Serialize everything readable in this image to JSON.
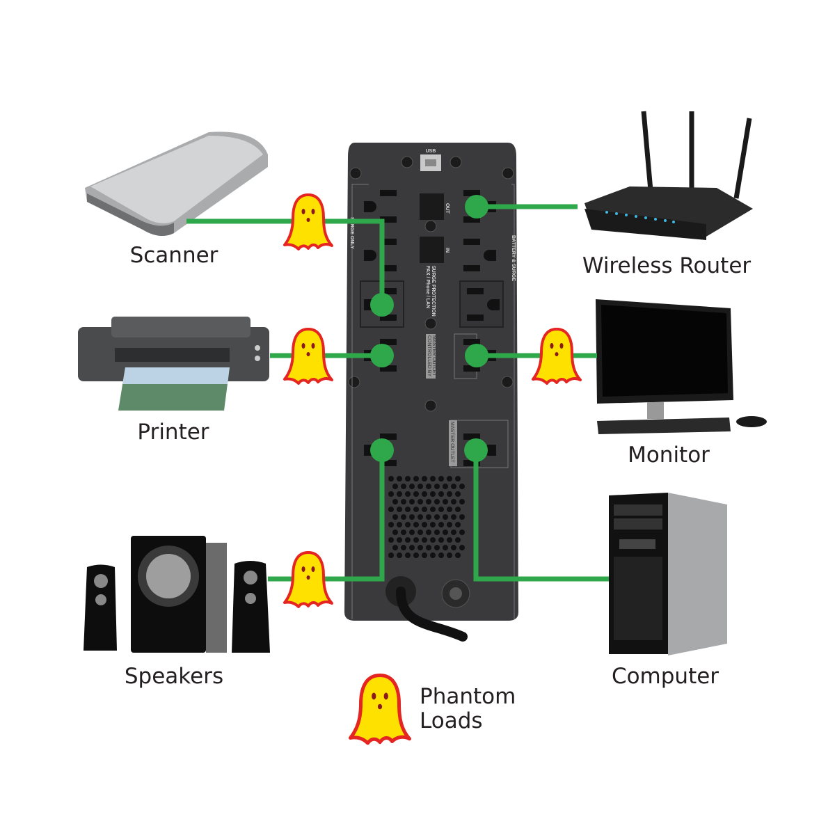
{
  "devices": {
    "scanner": "Scanner",
    "printer": "Printer",
    "speakers": "Speakers",
    "router": "Wireless Router",
    "monitor": "Monitor",
    "computer": "Computer"
  },
  "legend": {
    "line1": "Phantom",
    "line2": "Loads",
    "icon": "ghost-icon"
  },
  "ups": {
    "usb": "USB",
    "out": "OUT",
    "in": "IN",
    "fax_line1": "FAX / Phone / LAN",
    "fax_line2": "SURGE PROTECTION",
    "surge_only": "SURGE ONLY",
    "battery_surge": "BATTERY & SURGE",
    "controlled_line1": "CONTROLLED BY",
    "controlled_line2": "MASTER OUTLET",
    "master_outlet": "MASTER OUTLET"
  },
  "colors": {
    "connection": "#2ea84a",
    "ghost_fill": "#ffe100",
    "ghost_outline": "#e52521",
    "ups_body": "#3a3a3c"
  }
}
